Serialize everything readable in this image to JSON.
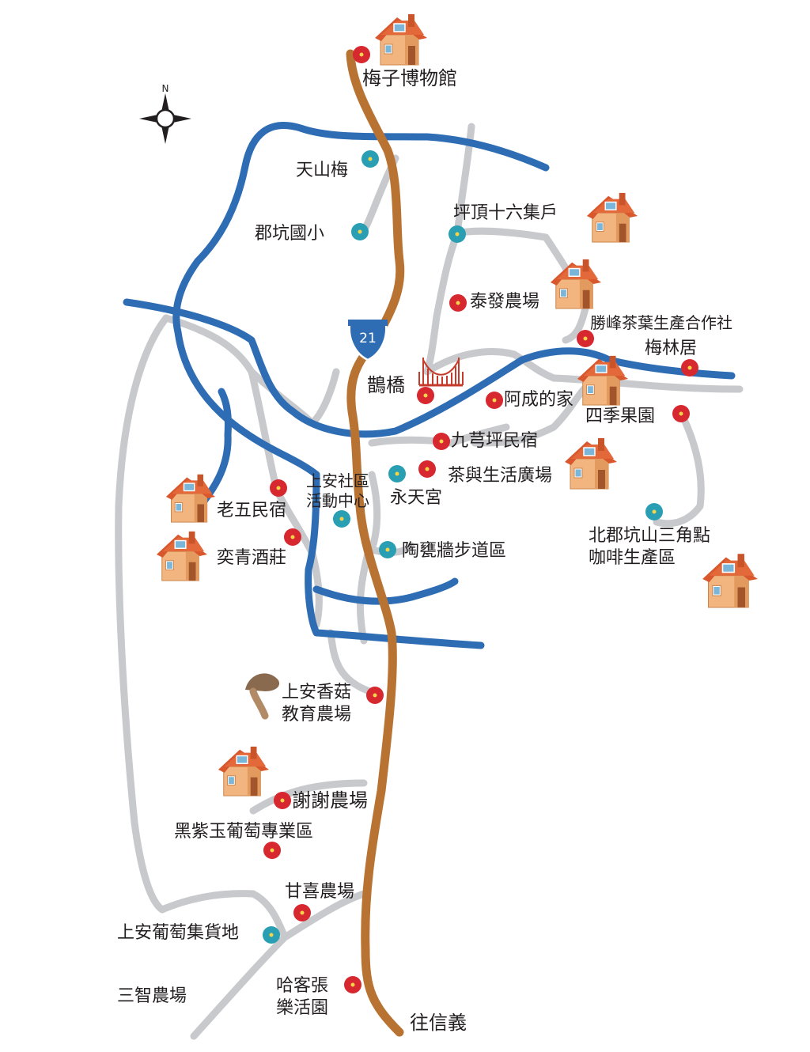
{
  "map": {
    "route_number": "21",
    "compass_north": "N",
    "colors": {
      "highway": "#b87333",
      "river": "#2e6db4",
      "local_road": "#c8c9cc",
      "poi_red": "#d7272f",
      "poi_teal": "#2a9fb3",
      "house_roof": "#e3683a",
      "house_wall": "#f2b57f",
      "text": "#231f20"
    },
    "labels": {
      "meizi_museum": "梅子博物館",
      "tianshan_plum": "天山梅",
      "junkeng_school": "郡坑國小",
      "pingding": "坪頂十六集戶",
      "taifa_farm": "泰發農場",
      "shengfeng_coop": "勝峰茶葉生產合作社",
      "meilin": "梅林居",
      "queqiao": "鵲橋",
      "acheng": "阿成的家",
      "siji_orchard": "四季果園",
      "jiuhao_bnb": "九芎坪民宿",
      "tea_life": "茶與生活廣場",
      "shangan_center_1": "上安社區",
      "shangan_center_2": "活動中心",
      "yongtian": "永天宮",
      "laowu_bnb": "老五民宿",
      "yiqing_winery": "奕青酒莊",
      "taoweng": "陶甕牆步道區",
      "beijunkeng_1": "北郡坑山三角點",
      "beijunkeng_2": "咖啡生產區",
      "mushroom_1": "上安香菇",
      "mushroom_2": "教育農場",
      "xiexie_farm": "謝謝農場",
      "black_grape": "黑紫玉葡萄專業區",
      "ganxi_farm": "甘喜農場",
      "grape_depot": "上安葡萄集貨地",
      "sanzhi_farm": "三智農場",
      "hakka_1": "哈客張",
      "hakka_2": "樂活園",
      "to_xinyi": "往信義"
    },
    "icons": [
      "house-icon",
      "bridge-icon",
      "mushroom-icon",
      "compass-icon",
      "route-shield-icon"
    ]
  }
}
